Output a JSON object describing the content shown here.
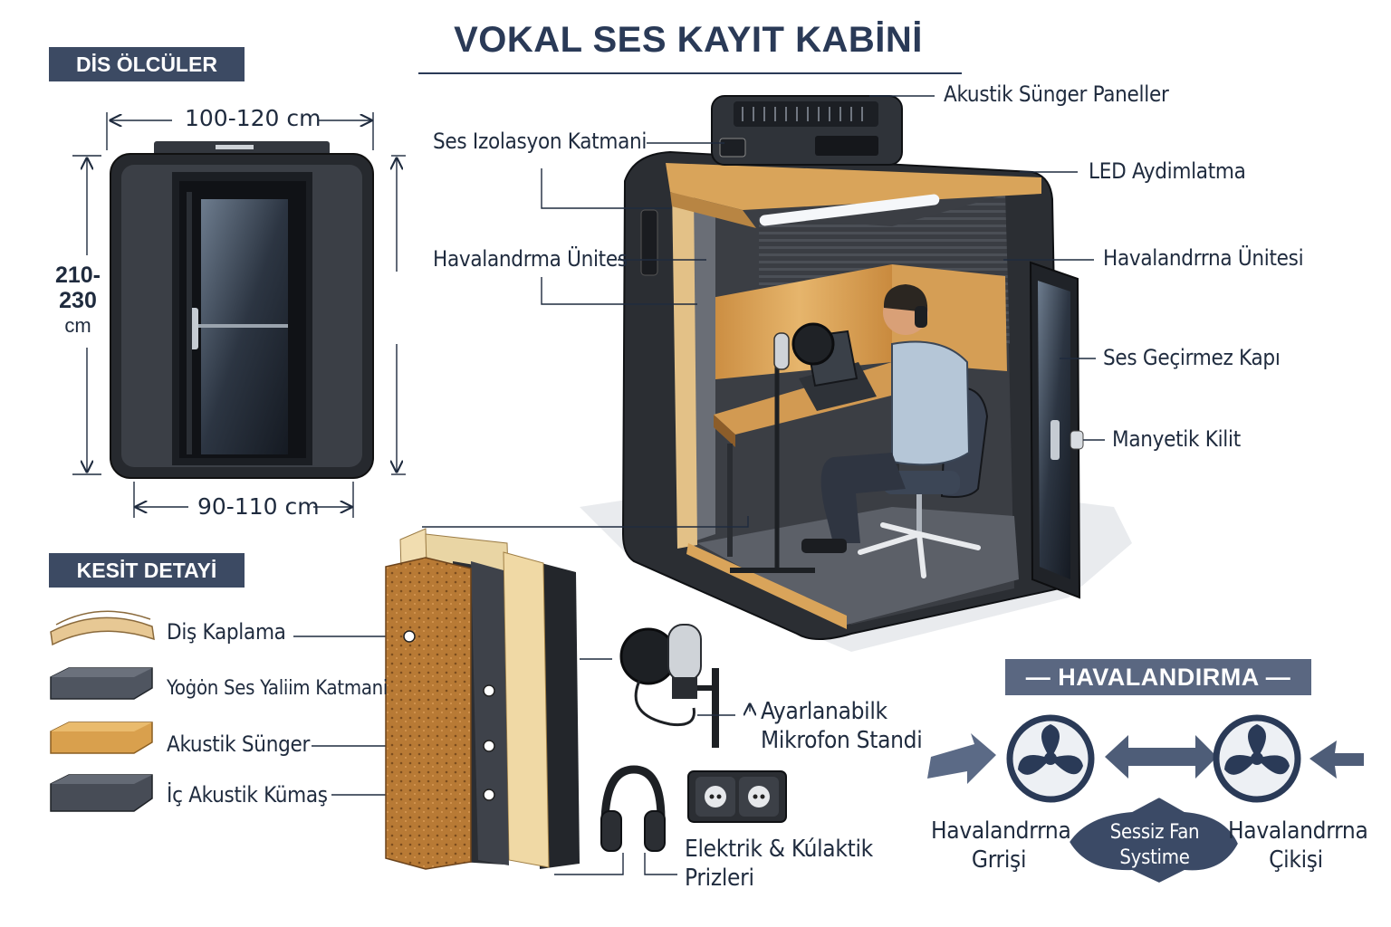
{
  "title": "VOKAL SES KAYIT KABİNİ",
  "sections": {
    "dimensions": "DİS ÖLCÜLER",
    "cross_section": "KESİT DETAYİ",
    "ventilation": "— HAVALANDIRMA —"
  },
  "dimensions": {
    "width_top": "100-120 cm",
    "width_bottom": "90-110 cm",
    "height_line1": "210-",
    "height_line2": "230",
    "height_unit": "cm"
  },
  "callouts": {
    "acoustic_panels": "Akustik Sünger Paneller",
    "isolation_layer": "Ses Izolasyon Katmani",
    "led": "LED Aydimlatma",
    "vent_unit_left": "Havalandrma Ünites",
    "vent_unit_right": "Havalandrrna Ünitesi",
    "door": "Ses Geçirmez Kapı",
    "lock": "Manyetik Kilit"
  },
  "layers": [
    "Diş Kaplama",
    "Yoġȯn Ses Yaliim Katmani",
    "Akustik Sünger",
    "İç Akustik Kümaş"
  ],
  "accessories": {
    "mic_line1": "Ayarlanabilk",
    "mic_line2": "Mikrofon Standi",
    "sockets_line1": "Elektrik & Kúlaktik",
    "sockets_line2": "Prizleri"
  },
  "ventilation": {
    "inlet_line1": "Havalandrrna",
    "inlet_line2": "Grrişi",
    "fan_line1": "Sessiz Fan",
    "fan_line2": "Systime",
    "outlet_line1": "Havalandrrna",
    "outlet_line2": "Çikişi"
  },
  "colors": {
    "navy": "#2a3a57",
    "badge": "#3c4a63",
    "wood": "#d9a45a",
    "cabin": "#2b2e33"
  }
}
